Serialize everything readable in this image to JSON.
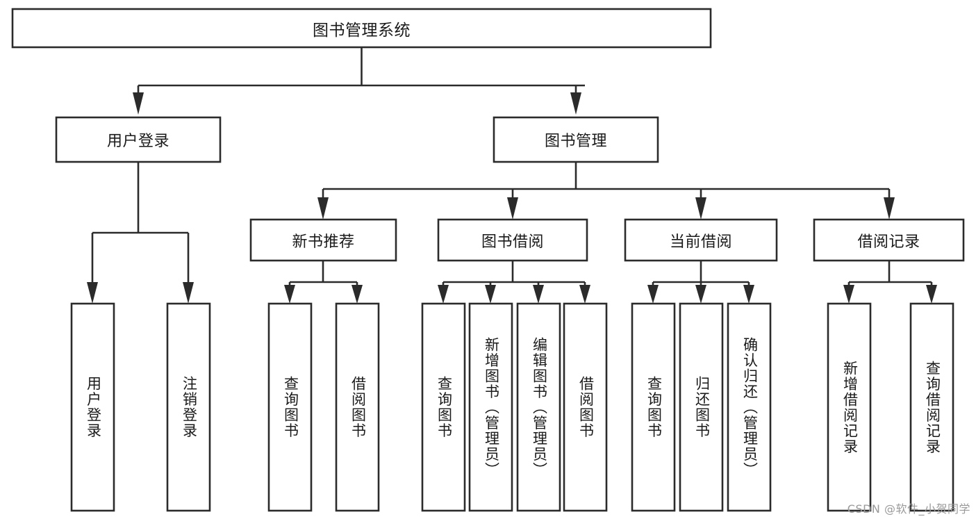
{
  "diagram": {
    "type": "tree-flowchart",
    "orientation": "top-down",
    "root": {
      "label": "图书管理系统"
    },
    "level2": [
      {
        "label": "用户登录"
      },
      {
        "label": "图书管理"
      }
    ],
    "level3": [
      {
        "label": "新书推荐"
      },
      {
        "label": "图书借阅"
      },
      {
        "label": "当前借阅"
      },
      {
        "label": "借阅记录"
      }
    ],
    "leaves": {
      "user_login": [
        {
          "label": "用户登录"
        },
        {
          "label": "注销登录"
        }
      ],
      "new_book_recommend": [
        {
          "label": "查询图书"
        },
        {
          "label": "借阅图书"
        }
      ],
      "book_borrow": [
        {
          "label": "查询图书"
        },
        {
          "label": "新增图书（管理员）"
        },
        {
          "label": "编辑图书（管理员）"
        },
        {
          "label": "借阅图书"
        }
      ],
      "current_borrow": [
        {
          "label": "查询图书"
        },
        {
          "label": "归还图书"
        },
        {
          "label": "确认归还（管理员）"
        }
      ],
      "borrow_record": [
        {
          "label": "新增借阅记录"
        },
        {
          "label": "查询借阅记录"
        }
      ]
    }
  },
  "watermark": {
    "text": "CSDN @软件_小贺同学"
  },
  "colors": {
    "stroke": "#2b2b2b",
    "fill": "#ffffff",
    "text": "#1a1a1a",
    "watermark": "#9a9a9a"
  }
}
